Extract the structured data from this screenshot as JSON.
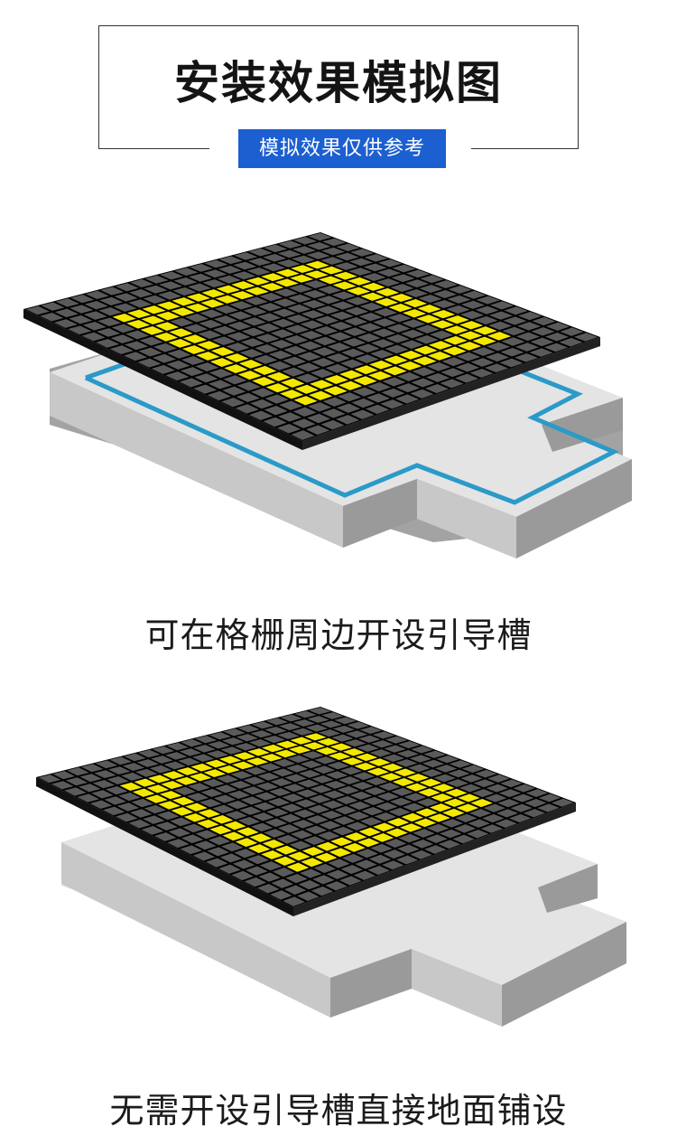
{
  "header": {
    "title": "安装效果模拟图",
    "badge": "模拟效果仅供参考"
  },
  "sections": [
    {
      "caption": "可在格栅周边开设引导槽",
      "has_guide_groove": true
    },
    {
      "caption": "无需开设引导槽直接地面铺设",
      "has_guide_groove": false
    }
  ],
  "colors": {
    "tile_dark": "#5a5a5a",
    "tile_yellow": "#f4e800",
    "grout": "#000000",
    "slab_top": "#e6e6e6",
    "slab_side": "#a8a8a8",
    "groove": "#2b9ac8"
  }
}
